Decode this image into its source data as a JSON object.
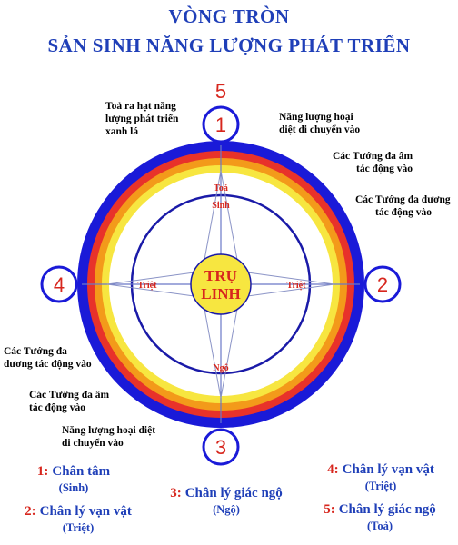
{
  "title": {
    "line1": "VÒNG TRÒN",
    "line2": "SẢN SINH NĂNG LƯỢNG PHÁT TRIỂN"
  },
  "center": {
    "line1": "TRỤ",
    "line2": "LINH"
  },
  "positions": {
    "top": "5",
    "top_circle": "1",
    "right": "2",
    "bottom": "3",
    "left": "4"
  },
  "inner_labels": {
    "top1": "Toả",
    "top2": "Sinh",
    "left": "Triệt",
    "right": "Triệt",
    "bottom": "Ngộ"
  },
  "notes": {
    "top_left": [
      "Toả ra hạt năng",
      "lượng phát triển",
      "xanh lá"
    ],
    "top_right": [
      "Năng lượng hoại",
      "diệt di chuyển vào"
    ],
    "right1": [
      "Các Tướng đa âm",
      "tác động vào"
    ],
    "right2": [
      "Các Tướng đa dương",
      "tác động vào"
    ],
    "left1": [
      "Các Tướng đa",
      "dương tác động vào"
    ],
    "left2": [
      "Các Tướng đa âm",
      "tác động vào"
    ],
    "left3": [
      "Năng lượng hoại diệt",
      "di chuyển vào"
    ]
  },
  "legend": [
    {
      "num": "1:",
      "text": "Chân tâm",
      "sub": "(Sinh)"
    },
    {
      "num": "2:",
      "text": "Chân lý vạn vật",
      "sub": "(Triệt)"
    },
    {
      "num": "3:",
      "text": "Chân lý giác ngộ",
      "sub": "(Ngộ)"
    },
    {
      "num": "4:",
      "text": "Chân lý vạn vật",
      "sub": "(Triệt)"
    },
    {
      "num": "5:",
      "text": "Chân lý giác ngộ",
      "sub": "(Toả)"
    }
  ],
  "colors": {
    "blue": "#1a1ad8",
    "red": "#e8322a",
    "orange": "#f39a1a",
    "yellow": "#f7e640",
    "center": "#f7e640",
    "navy": "#1f3fb8",
    "accent": "#d7261d"
  }
}
